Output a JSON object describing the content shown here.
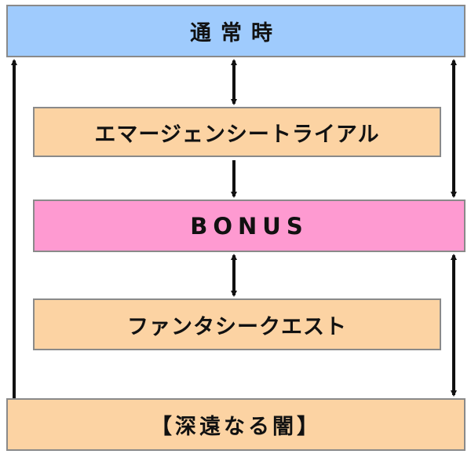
{
  "colors": {
    "normal": "#9fcbfd",
    "trial": "#fcd3a3",
    "bonus": "#fe9ad1",
    "quest": "#fcd3a3",
    "abyss": "#fcd3a3",
    "border": "#8a8a8a",
    "arrow": "#111111"
  },
  "nodes": {
    "normal": "通常時",
    "emergency_trial": "エマージェンシートライアル",
    "bonus": "BONUS",
    "fantasy_quest": "ファンタシークエスト",
    "abyss": "【深遠なる闇】"
  }
}
